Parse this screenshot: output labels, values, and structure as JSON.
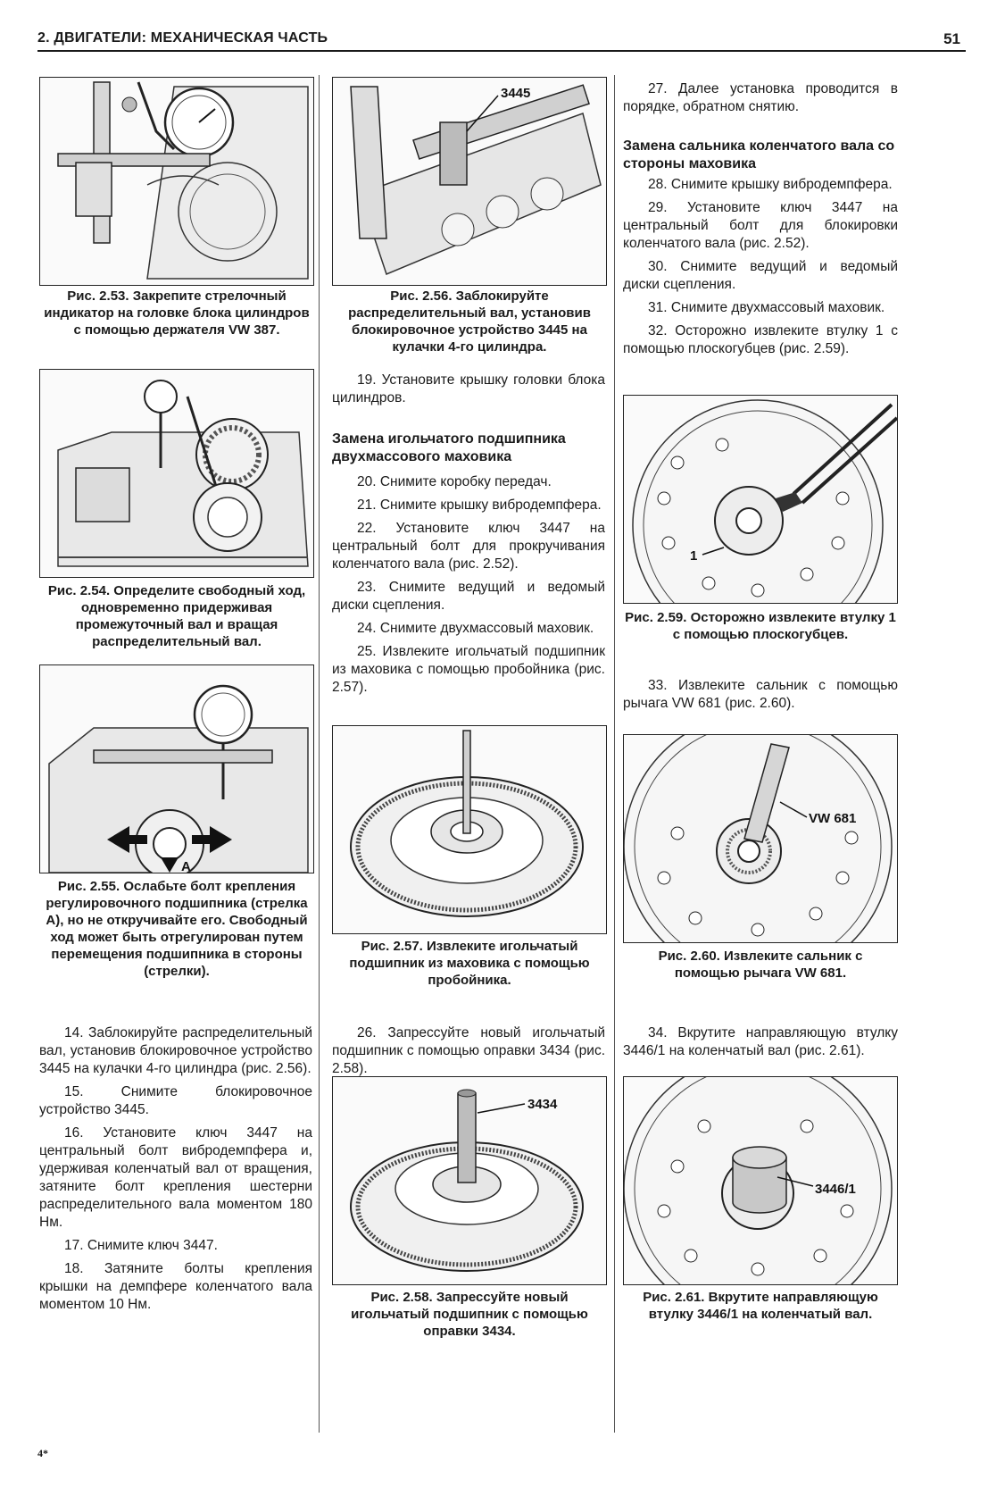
{
  "header": {
    "title": "2. ДВИГАТЕЛИ: МЕХАНИЧЕСКАЯ ЧАСТЬ",
    "page_number": "51"
  },
  "figures": {
    "f253": {
      "caption": "Рис. 2.53. Закрепите стрелочный индикатор на головке блока цилиндров с помощью держателя VW 387."
    },
    "f254": {
      "caption": "Рис. 2.54. Определите свободный ход, одновременно придерживая промежуточный вал и вращая распределительный вал."
    },
    "f255": {
      "caption": "Рис. 2.55. Ослабьте болт крепления регулировочного подшипника (стрелка А), но не откручивайте его. Свободный ход может быть отрегулирован путем перемещения подшипника в стороны (стрелки).",
      "label": "A"
    },
    "f256": {
      "caption": "Рис. 2.56. Заблокируйте распределительный вал, установив блокировочное устройство 3445 на кулачки 4-го цилиндра.",
      "label": "3445"
    },
    "f257": {
      "caption": "Рис. 2.57. Извлеките игольчатый подшипник из маховика с помощью пробойника."
    },
    "f258": {
      "caption": "Рис. 2.58. Запрессуйте новый игольчатый подшипник с помощью оправки 3434.",
      "label": "3434"
    },
    "f259": {
      "caption": "Рис. 2.59. Осторожно извлеките втулку 1 с помощью плоскогубцев.",
      "label": "1"
    },
    "f260": {
      "caption": "Рис. 2.60. Извлеките сальник с помощью рычага VW 681.",
      "label": "VW 681"
    },
    "f261": {
      "caption": "Рис. 2.61. Вкрутите направляющую втулку 3446/1 на коленчатый вал.",
      "label": "3446/1"
    }
  },
  "col1": {
    "p14": "14. Заблокируйте распределительный вал, установив блокировочное устройство 3445 на кулачки 4-го цилиндра (рис. 2.56).",
    "p15": "15. Снимите блокировочное устройство 3445.",
    "p16": "16. Установите ключ 3447 на центральный болт вибродемпфера и, удерживая коленчатый вал от вращения, затяните болт крепления шестерни распределительного вала моментом 180 Нм.",
    "p17": "17. Снимите ключ 3447.",
    "p18": "18. Затяните болты крепления крышки на демпфере коленчатого вала моментом 10 Нм."
  },
  "col2": {
    "p19": "19. Установите крышку головки блока цилиндров.",
    "heading": "Замена игольчатого подшипника двухмассового маховика",
    "p20": "20. Снимите коробку передач.",
    "p21": "21. Снимите крышку вибродемпфера.",
    "p22": "22. Установите ключ 3447 на центральный болт для прокручивания коленчатого вала (рис. 2.52).",
    "p23": "23. Снимите ведущий и ведомый диски сцепления.",
    "p24": "24. Снимите двухмассовый маховик.",
    "p25": "25. Извлеките игольчатый подшипник из маховика с помощью пробойника (рис. 2.57).",
    "p26": "26. Запрессуйте новый игольчатый подшипник с помощью оправки 3434 (рис. 2.58)."
  },
  "col3": {
    "p27": "27. Далее установка проводится в порядке, обратном снятию.",
    "heading": "Замена сальника коленчатого вала со стороны маховика",
    "p28": "28. Снимите крышку вибродемпфера.",
    "p29": "29. Установите ключ 3447 на центральный болт для блокировки коленчатого вала (рис. 2.52).",
    "p30": "30. Снимите ведущий и ведомый диски сцепления.",
    "p31": "31. Снимите двухмассовый маховик.",
    "p32": "32. Осторожно извлеките втулку 1 с помощью плоскогубцев (рис. 2.59).",
    "p33": "33. Извлеките сальник с помощью рычага VW 681 (рис. 2.60).",
    "p34": "34. Вкрутите направляющую втулку 3446/1 на коленчатый вал (рис. 2.61)."
  },
  "footer": {
    "mark": "4*"
  }
}
